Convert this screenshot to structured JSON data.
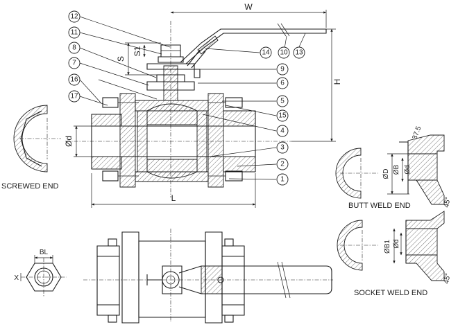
{
  "dimensions": {
    "W": "W",
    "H": "H",
    "S": "S",
    "S1": "S1",
    "L": "L",
    "d": "Ød",
    "D": "ØD",
    "B": "ØB",
    "d_small": "Ød",
    "B1": "ØB1",
    "d_socket": "Ød",
    "BL": "BL",
    "X": "X",
    "angle_bevel": "37.5",
    "angle_butt": "45°",
    "angle_socket": "45°"
  },
  "captions": {
    "screwed_end": "SCREWED END",
    "butt_weld_end": "BUTT WELD END",
    "socket_weld_end": "SOCKET WELD END"
  },
  "balloons": [
    "1",
    "2",
    "3",
    "4",
    "5",
    "6",
    "7",
    "8",
    "9",
    "10",
    "11",
    "12",
    "13",
    "14",
    "15",
    "16",
    "17"
  ],
  "colors": {
    "line": "#1a1a1a",
    "background": "#ffffff"
  }
}
